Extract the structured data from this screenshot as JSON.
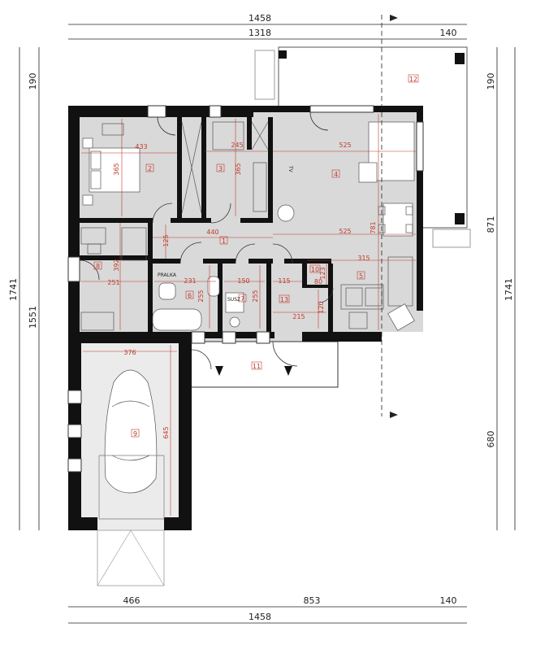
{
  "overall_dimensions": {
    "top_total": "1458",
    "top_house": "1318",
    "top_terrace": "140",
    "bottom_garage": "466",
    "bottom_house": "853",
    "bottom_terrace": "140",
    "bottom_total": "1458",
    "left_total": "1741",
    "left_house": "1551",
    "left_terrace": "190",
    "right_total": "1741",
    "right_terrace": "190",
    "right_house": "871",
    "right_garage": "680"
  },
  "rooms": [
    {
      "number": "1"
    },
    {
      "number": "2"
    },
    {
      "number": "3"
    },
    {
      "number": "4"
    },
    {
      "number": "5"
    },
    {
      "number": "6"
    },
    {
      "number": "7"
    },
    {
      "number": "8"
    },
    {
      "number": "9"
    },
    {
      "number": "10"
    },
    {
      "number": "11"
    },
    {
      "number": "12"
    },
    {
      "number": "13"
    }
  ],
  "room_dimensions": {
    "d433": "433",
    "d365a": "365",
    "d245": "245",
    "d365b": "365",
    "d525a": "525",
    "d525b": "525",
    "d781": "781",
    "d440": "440",
    "d125": "125",
    "d392": "392",
    "d251": "251",
    "d231": "231",
    "d255a": "255",
    "d150": "150",
    "d255b": "255",
    "d115": "115",
    "d215": "215",
    "d120": "120",
    "d123": "123",
    "d80": "80",
    "d315": "315",
    "d376": "376",
    "d645": "645"
  },
  "labels": {
    "tv": "TV",
    "washing": "PRALKA",
    "dryer": "SUSZ"
  },
  "colors": {
    "wall": "#111111",
    "floor": "#d9d9d9",
    "garage_floor": "#ebebeb",
    "dimension_red": "#c0392b"
  }
}
